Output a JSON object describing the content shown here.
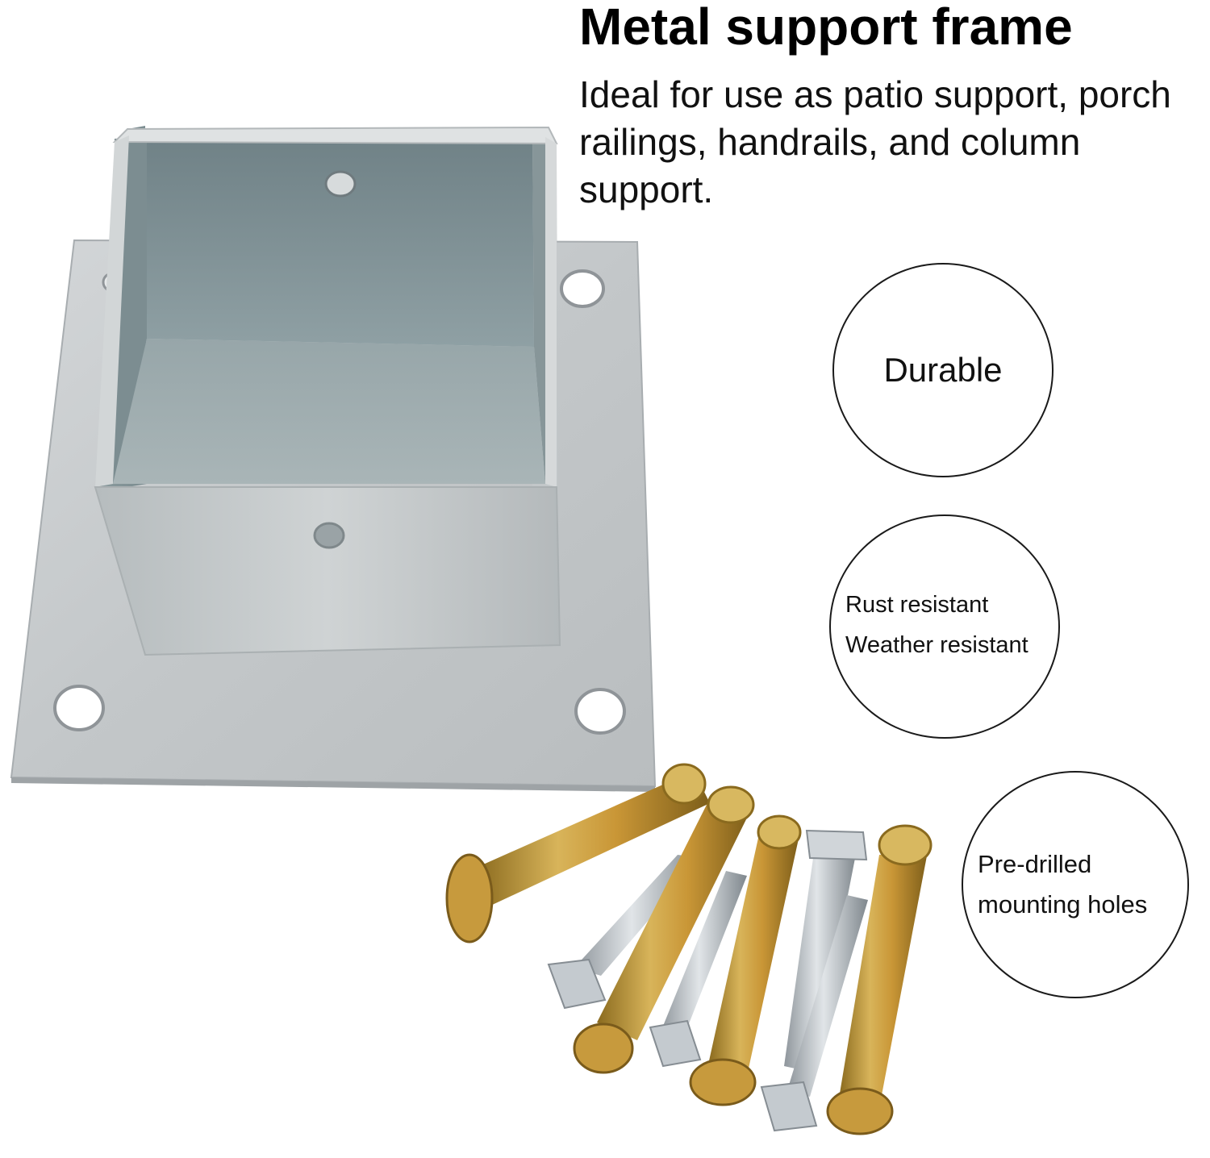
{
  "header": {
    "title": "Metal support frame",
    "subtitle": "Ideal for use as patio support, porch railings, handrails, and column support."
  },
  "features": {
    "durable": "Durable",
    "rust_resistant": "Rust resistant",
    "weather_resistant": "Weather resistant",
    "predrilled_line1": "Pre-drilled",
    "predrilled_line2": "mounting holes"
  },
  "colors": {
    "background": "#ffffff",
    "metal_plate": "#c9ccce",
    "galvanized_inner": "#8e9da0",
    "brass_bolt": "#c9a24a",
    "zinc_screw": "#b9bfc4",
    "badge_border": "#1a1a1a"
  }
}
